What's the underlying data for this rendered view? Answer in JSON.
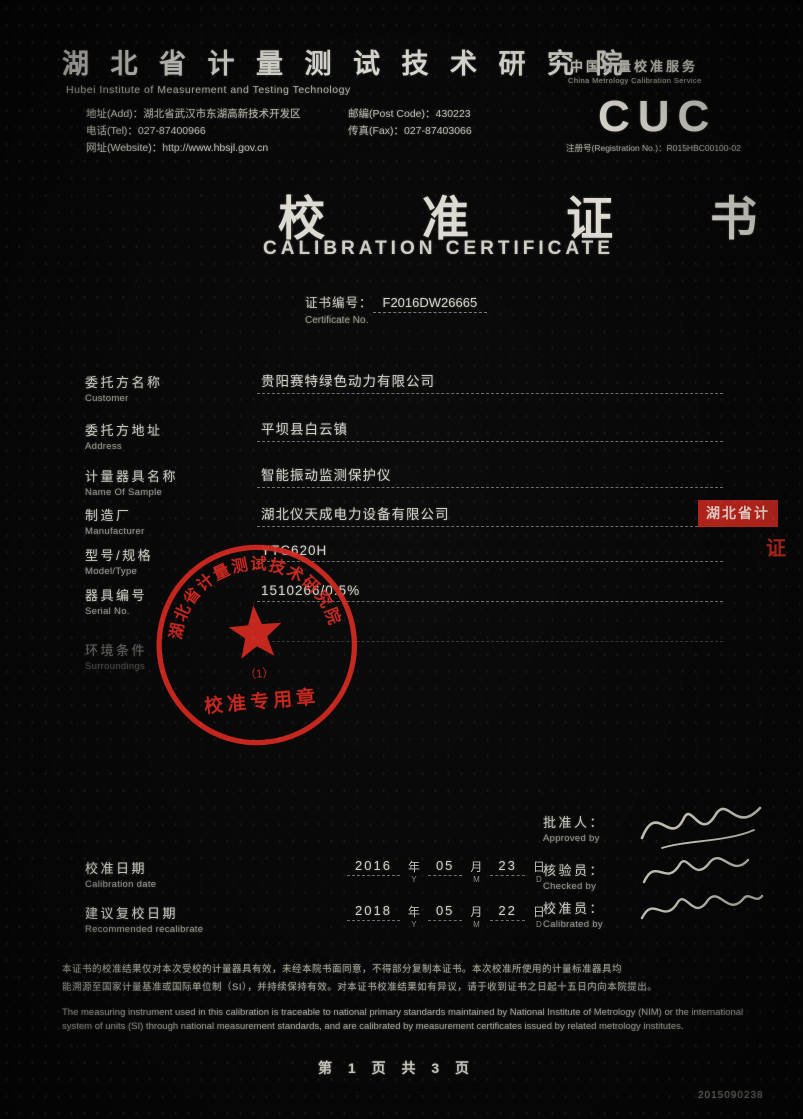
{
  "header": {
    "institute_zh": "湖 北 省 计 量 测 试 技 术 研 究 院",
    "institute_en": "Hubei Institute of Measurement and Testing Technology",
    "address_label": "地址(Add)：",
    "address": "湖北省武汉市东湖高新技术开发区",
    "postcode_label": "邮编(Post Code)：",
    "postcode": "430223",
    "tel_label": "电话(Tel)：",
    "tel": "027-87400966",
    "fax_label": "传真(Fax)：",
    "fax": "027-87403066",
    "web_label": "网址(Website)：",
    "web": "http://www.hbsjl.gov.cn"
  },
  "cuc": {
    "service_zh": "中国计量校准服务",
    "service_en": "China Metrology Calibration Service",
    "logo": "CUC",
    "registration": "注册号(Registration No.)：R015HBC00100-02"
  },
  "title": {
    "zh": "校 准 证 书",
    "en": "CALIBRATION CERTIFICATE"
  },
  "certificate": {
    "label_zh": "证书编号：",
    "number": "F2016DW26665",
    "label_en": "Certificate No."
  },
  "fields": [
    {
      "zh": "委托方名称",
      "en": "Customer",
      "value": "贵阳赛特绿色动力有限公司"
    },
    {
      "zh": "委托方地址",
      "en": "Address",
      "value": "平坝县白云镇"
    },
    {
      "zh": "计量器具名称",
      "en": "Name Of Sample",
      "value": "智能振动监测保护仪"
    },
    {
      "zh": "制造厂",
      "en": "Manufacturer",
      "value": "湖北仪天成电力设备有限公司"
    },
    {
      "zh": "型号/规格",
      "en": "Model/Type",
      "value": "YTC620H"
    },
    {
      "zh": "器具编号",
      "en": "Serial No.",
      "value": "1510266/0.5%"
    },
    {
      "zh": "环境条件",
      "en": "Surroundings",
      "value": ""
    }
  ],
  "signatures": {
    "approved_zh": "批准人：",
    "approved_en": "Approved by",
    "checked_zh": "核验员：",
    "checked_en": "Checked by",
    "calibrated_zh": "校准员：",
    "calibrated_en": "Calibrated by"
  },
  "dates": {
    "cal_zh": "校准日期",
    "cal_en": "Calibration  date",
    "cal_y": "2016",
    "cal_m": "05",
    "cal_d": "23",
    "re_zh": "建议复校日期",
    "re_en": "Recommended recalibrate",
    "re_y": "2018",
    "re_m": "05",
    "re_d": "22",
    "year": "年",
    "month": "月",
    "day": "日",
    "y_en": "Y",
    "m_en": "M",
    "d_en": "D"
  },
  "stamps": {
    "round_top": "湖北省计量测试技术研究院",
    "round_bottom": "校准专用章",
    "round_sub": "（1）",
    "box_line1": "湖北省计",
    "box_line2": "证"
  },
  "footer": {
    "note_zh_1": "本证书的校准结果仅对本次受校的计量器具有效，未经本院书面同意，不得部分复制本证书。本次校准所使用的计量标准器具均",
    "note_zh_2": "能溯源至国家计量基准或国际单位制（SI），并持续保持有效。对本证书校准结果如有异议，请于收到证书之日起十五日内向本院提出。",
    "note_en": "The measuring instrument used in this calibration is traceable to national primary standards maintained by National Institute of Metrology (NIM) or the international system of units (SI) through national measurement standards, and are calibrated by measurement certificates issued by related metrology institutes.",
    "page": "第 1 页  共 3 页",
    "serial": "2015090238"
  }
}
